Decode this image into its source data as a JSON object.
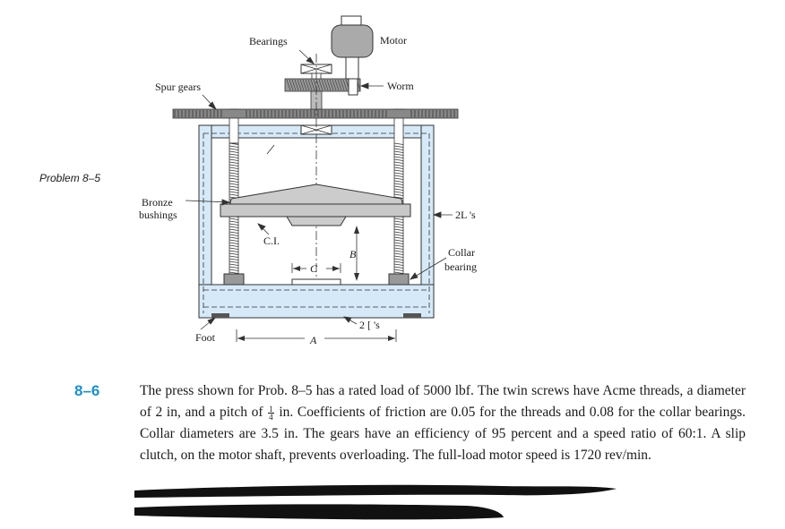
{
  "figure": {
    "problem_tag": "Problem 8–5",
    "labels": {
      "bearings": "Bearings",
      "motor": "Motor",
      "spur_gears": "Spur gears",
      "worm": "Worm",
      "bronze_bushings_1": "Bronze",
      "bronze_bushings_2": "bushings",
      "two_l_s": "2L 's",
      "ci": "C.I.",
      "b": "B",
      "c": "C",
      "collar_bearing_1": "Collar",
      "collar_bearing_2": "bearing",
      "two_brackets": "2 [ 's",
      "foot": "Foot",
      "a": "A"
    },
    "colors": {
      "frame_fill": "#d6e9f8",
      "steel": "#8a8a8a",
      "ink": "#1a1a1a",
      "problem_number": "#1a8fd6"
    }
  },
  "problem": {
    "number": "8–6",
    "text_1": "The press shown for Prob. 8–5 has a rated load of 5000 lbf. The twin screws have Acme threads, a diameter of 2 in, and a pitch of",
    "pitch_num": "1",
    "pitch_den": "4",
    "text_2": "in. Coefficients of friction are 0.05 for the threads and 0.08 for the collar bearings. Collar diameters are 3.5 in. The gears have an efficiency of 95 percent and a speed ratio of 60:1. A slip clutch, on the motor shaft, prevents overloading. The full-load motor speed is 1720 rev/min."
  }
}
